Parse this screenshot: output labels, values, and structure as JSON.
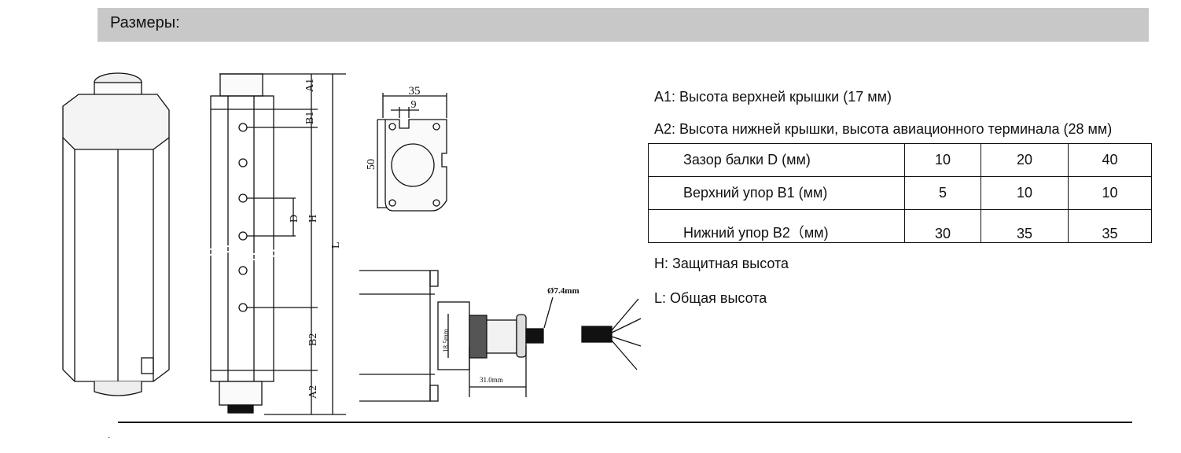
{
  "header": {
    "title": "Размеры:"
  },
  "legend": {
    "a1": "A1: Высота верхней крышки (17 мм)",
    "a2": "A2: Высота нижней крышки, высота авиационного терминала (28 мм)",
    "h": "H: Защитная высота",
    "l": "L: Общая высота"
  },
  "table": {
    "rows": [
      {
        "label": "Зазор балки D (мм)",
        "values": [
          "10",
          "20",
          "40"
        ]
      },
      {
        "label": "Верхний упор B1 (мм)",
        "values": [
          "5",
          "10",
          "10"
        ]
      },
      {
        "label": "Нижний упор B2（мм)",
        "values": [
          "30",
          "35",
          "35"
        ]
      }
    ]
  },
  "drawing": {
    "a1": "A1",
    "b1": "B1",
    "d": "D",
    "h": "H",
    "l": "L",
    "b2": "B2",
    "a2": "A2",
    "width": "35",
    "slot": "9",
    "height": "50",
    "cable_dia": "Ø7.4mm",
    "connector_dia": "18.5mm",
    "connector_len": "31.0mm"
  },
  "footer": {
    "dot": "."
  }
}
